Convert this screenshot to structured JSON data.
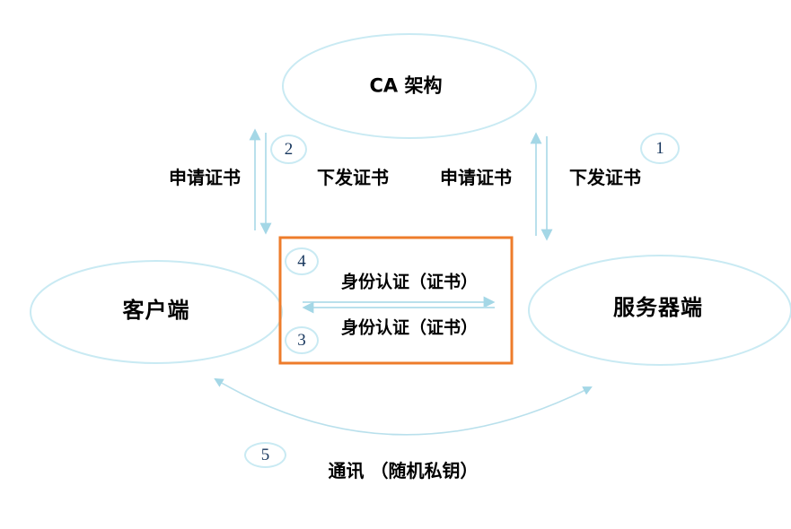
{
  "diagram": {
    "nodes": {
      "ca": "CA 架构",
      "client": "客户端",
      "server": "服务器端"
    },
    "edge_labels": {
      "client_apply": "申请证书",
      "client_issue": "下发证书",
      "server_apply": "申请证书",
      "server_issue": "下发证书",
      "auth_top": "身份认证（证书）",
      "auth_bottom": "身份认证（证书）",
      "communication": "通讯 （随机私钥）"
    },
    "step_badges": {
      "step1": "1",
      "step2": "2",
      "step3": "3",
      "step4": "4",
      "step5": "5"
    },
    "colors": {
      "shape_stroke": "#c9eaf3",
      "arrow_stroke": "#b9e0ec",
      "arrow_head": "#a4d7e6",
      "highlight_box_border": "#ee7c2b",
      "badge_number": "#17365d",
      "label_text": "#000000",
      "background": "#ffffff"
    }
  }
}
